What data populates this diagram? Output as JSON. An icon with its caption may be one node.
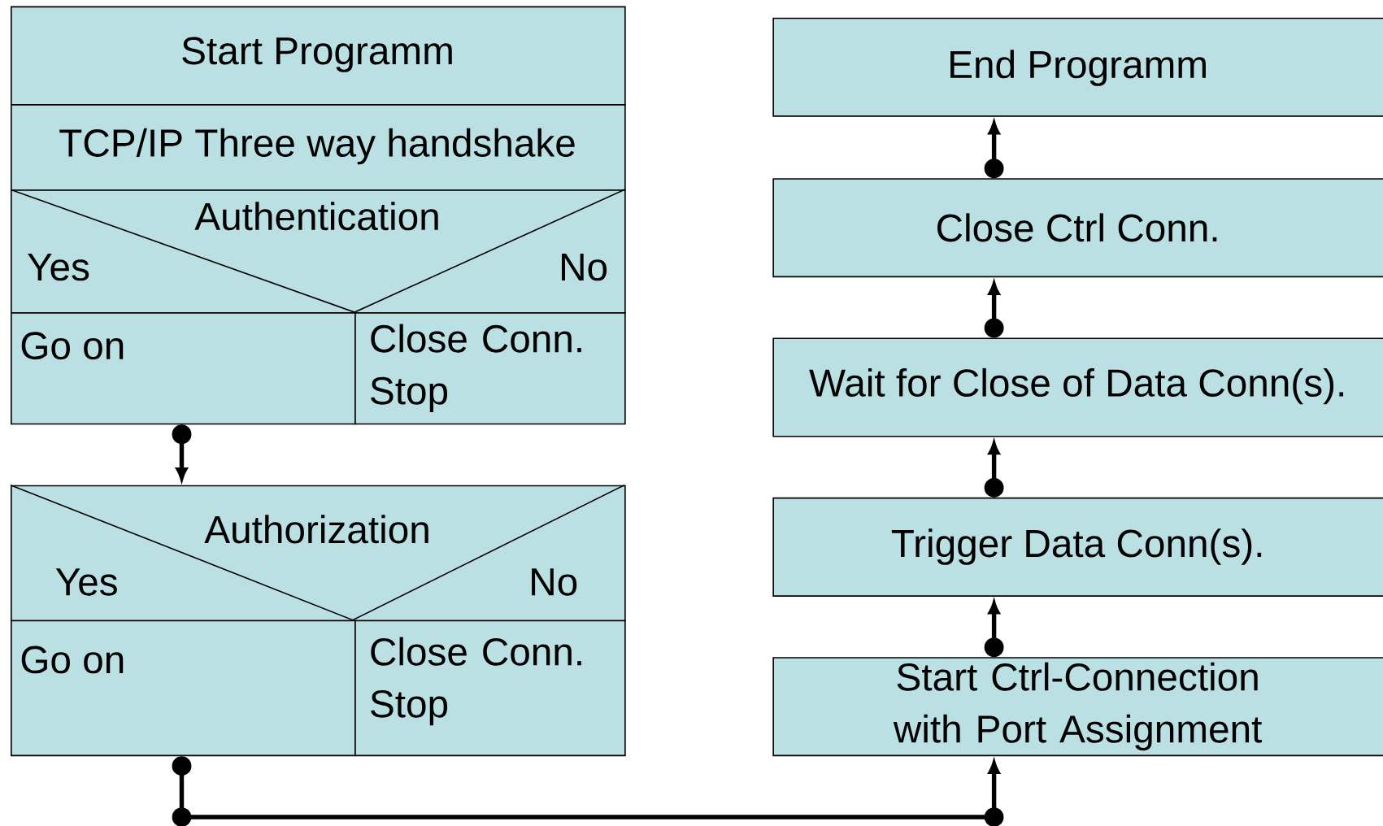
{
  "diagram": {
    "nodes": [
      {
        "text": [
          "Start Programm"
        ]
      },
      {
        "text": [
          "TCP/IP Three way handshake"
        ]
      },
      {
        "text": [
          "Authentication",
          "Yes",
          "No"
        ]
      },
      {
        "text": [
          "Go on"
        ]
      },
      {
        "text": [
          "Close Conn. Stop"
        ]
      },
      {
        "text": [
          "Authorization",
          "Yes",
          "No"
        ]
      },
      {
        "text": [
          "Go on"
        ]
      },
      {
        "text": [
          "Close Conn. Stop"
        ]
      },
      {
        "text": [
          "Start Ctrl-Connection with Port Assignment"
        ]
      },
      {
        "text": [
          "Trigger Data Conn(s)."
        ]
      },
      {
        "text": [
          "Wait for Close of Data Conn(s)."
        ]
      },
      {
        "text": [
          "Close Ctrl Conn."
        ]
      },
      {
        "text": [
          "End Programm"
        ]
      }
    ],
    "edges": [
      {
        "from": 3,
        "to": 5,
        "arrow": "to"
      },
      {
        "from": 6,
        "to": 8,
        "arrow": "to"
      },
      {
        "from": 8,
        "to": 9,
        "arrow": "to"
      },
      {
        "from": 9,
        "to": 10,
        "arrow": "to"
      },
      {
        "from": 10,
        "to": 11,
        "arrow": "to"
      },
      {
        "from": 11,
        "to": 12,
        "arrow": "to"
      }
    ]
  }
}
